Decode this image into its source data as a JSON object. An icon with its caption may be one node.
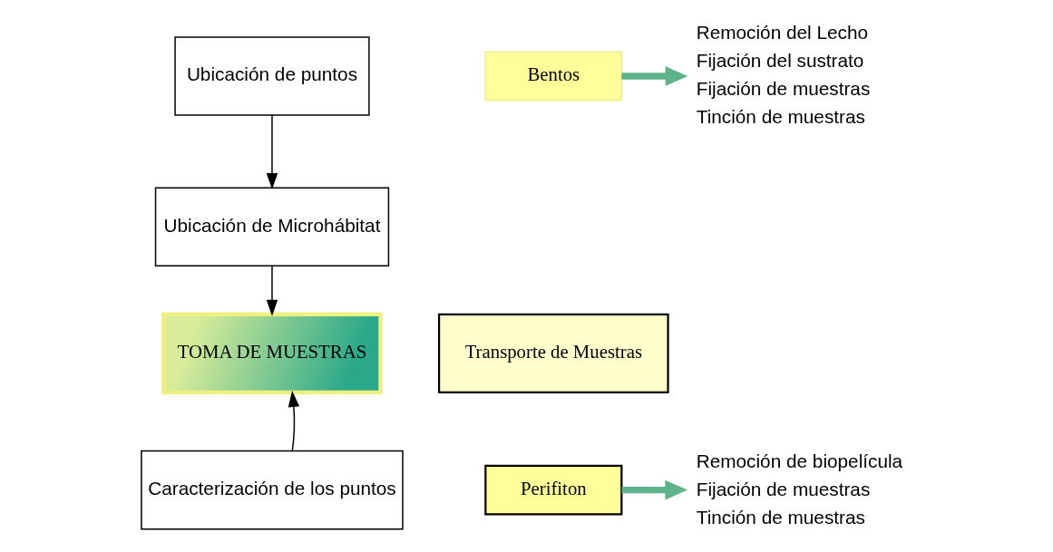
{
  "diagram": {
    "nodes": [
      {
        "text": [
          "Ubicación de puntos"
        ]
      },
      {
        "text": [
          "Ubicación de Microhábitat"
        ]
      },
      {
        "text": [
          "TOMA DE MUESTRAS"
        ]
      },
      {
        "text": [
          "Caracterización de los puntos"
        ]
      },
      {
        "text": [
          "Bentos"
        ]
      },
      {
        "text": [
          "Remoción del Lecho",
          "Fijación del sustrato",
          "Fijación de muestras",
          "Tinción de muestras"
        ]
      },
      {
        "text": [
          "Perifiton"
        ]
      },
      {
        "text": [
          "Remoción de biopelícula",
          "Fijación de muestras",
          "Tinción de muestras"
        ]
      },
      {
        "text": [
          "Transporte de Muestras"
        ]
      }
    ],
    "edges": [
      {
        "from": 0,
        "to": 1,
        "arrow": "to"
      },
      {
        "from": 1,
        "to": 2,
        "arrow": "to"
      },
      {
        "from": 3,
        "to": 2,
        "arrow": "to"
      },
      {
        "from": 4,
        "to": 5,
        "arrow": "to",
        "style": "thick",
        "color": "#5fb38a"
      },
      {
        "from": 6,
        "to": 7,
        "arrow": "to",
        "style": "thick",
        "color": "#5fb38a"
      }
    ]
  }
}
